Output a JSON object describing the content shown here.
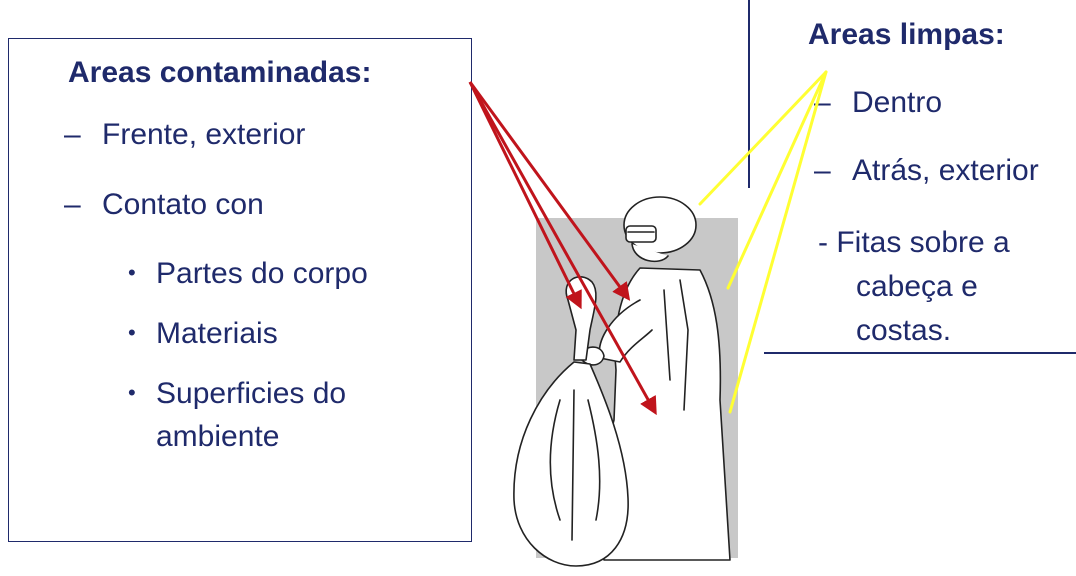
{
  "contaminated": {
    "title": "Areas contaminadas:",
    "item1": "Frente, exterior",
    "item2": "Contato con",
    "sub1": "Partes do corpo",
    "sub2": "Materiais",
    "sub3_line1": "Superficies do",
    "sub3_line2": "ambiente",
    "dash": "–",
    "bullet": "•"
  },
  "clean": {
    "title": "Areas limpas:",
    "item1": "Dentro",
    "item2": "Atrás, exterior",
    "item3_line1": "- Fitas sobre a",
    "item3_line2": "cabeça e",
    "item3_line3": "costas.",
    "dash": "–"
  },
  "colors": {
    "text": "#1f2a6b",
    "contaminated_arrow": "#c0141c",
    "clean_line": "#ffff33",
    "figure_background": "#c8c8c8"
  },
  "icons": {
    "figure": "worker-in-gown-holding-waste-bag"
  }
}
